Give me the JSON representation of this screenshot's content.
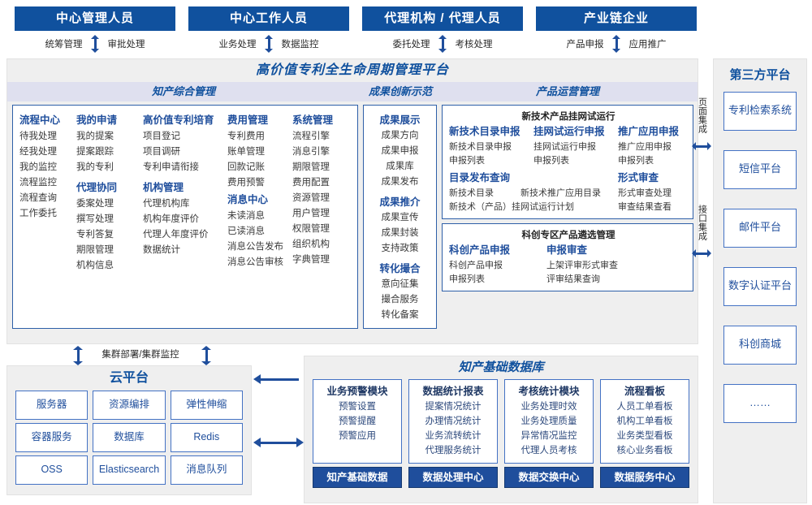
{
  "roles": [
    {
      "title": "中心管理人员",
      "left": "统筹管理",
      "right": "审批处理"
    },
    {
      "title": "中心工作人员",
      "left": "业务处理",
      "right": "数据监控"
    },
    {
      "title": "代理机构 / 代理人员",
      "left": "委托处理",
      "right": "考核处理"
    },
    {
      "title": "产业链企业",
      "left": "产品申报",
      "right": "应用推广"
    }
  ],
  "platform": {
    "title": "高价值专利全生命周期管理平台",
    "section_headers": [
      "知产综合管理",
      "成果创新示范",
      "产品运营管理"
    ],
    "zhichan": {
      "columns": [
        {
          "groups": [
            {
              "header": "流程中心",
              "items": [
                "待我处理",
                "经我处理",
                "我的监控",
                "流程监控",
                "流程查询",
                "工作委托"
              ]
            }
          ]
        },
        {
          "groups": [
            {
              "header": "我的申请",
              "items": [
                "我的提案",
                "提案跟踪",
                "我的专利"
              ]
            },
            {
              "header": "代理协同",
              "items": [
                "委案处理",
                "撰写处理",
                "专利答复",
                "期限管理",
                "机构信息"
              ]
            }
          ]
        },
        {
          "groups": [
            {
              "header": "高价值专利培育",
              "items": [
                "项目登记",
                "项目调研",
                "专利申请衔接"
              ]
            },
            {
              "header": "机构管理",
              "items": [
                "代理机构库",
                "机构年度评价",
                "代理人年度评价",
                "数据统计"
              ]
            }
          ]
        },
        {
          "groups": [
            {
              "header": "费用管理",
              "items": [
                "专利费用",
                "账单管理",
                "回款记账",
                "费用预警"
              ]
            },
            {
              "header": "消息中心",
              "items": [
                "未读消息",
                "已读消息",
                "消息公告发布",
                "消息公告审核"
              ]
            }
          ]
        },
        {
          "groups": [
            {
              "header": "系统管理",
              "items": [
                "流程引擎",
                "消息引擎",
                "期限管理",
                "费用配置",
                "资源管理",
                "用户管理",
                "权限管理",
                "组织机构",
                "字典管理"
              ]
            }
          ]
        }
      ]
    },
    "chengguo": {
      "groups": [
        {
          "header": "成果展示",
          "items": [
            "成果方向",
            "成果申报",
            "成果库",
            "成果发布"
          ]
        },
        {
          "header": "成果推介",
          "items": [
            "成果宣传",
            "成果封装",
            "支持政策"
          ]
        },
        {
          "header": "转化撮合",
          "items": [
            "意向征集",
            "撮合服务",
            "转化备案"
          ]
        }
      ]
    },
    "chanpin": {
      "sub1": {
        "title": "新技术产品挂网试运行",
        "columns": [
          {
            "header": "新技术目录申报",
            "items": [
              "新技术目录申报",
              "申报列表"
            ]
          },
          {
            "header": "挂网试运行申报",
            "items": [
              "挂网试运行申报",
              "申报列表"
            ]
          },
          {
            "header": "推广应用申报",
            "items": [
              "推广应用申报",
              "申报列表"
            ]
          }
        ],
        "row2_left_header": "目录发布查询",
        "row2_right_header": "形式审查",
        "row2_left_items": [
          "新技术目录",
          "新技术推广应用目录",
          "新技术（产品）挂网试运行计划"
        ],
        "row2_right_items": [
          "形式审查处理",
          "审查结果查看"
        ]
      },
      "sub2": {
        "title": "科创专区产品遴选管理",
        "columns": [
          {
            "header": "科创产品申报",
            "items": [
              "科创产品申报",
              "申报列表"
            ]
          },
          {
            "header": "申报审查",
            "items": [
              "上架评审形式审查",
              "评审结果查询"
            ]
          }
        ]
      }
    }
  },
  "integration": {
    "page_integration": "页面集成",
    "api_integration": "接口集成"
  },
  "third_party": {
    "title": "第三方平台",
    "items": [
      "专利检索系统",
      "短信平台",
      "邮件平台",
      "数字认证平台",
      "科创商城",
      "……"
    ]
  },
  "cluster_label": "集群部署/集群监控",
  "cloud": {
    "title": "云平台",
    "rows": [
      [
        "服务器",
        "资源编排",
        "弹性伸缩"
      ],
      [
        "容器服务",
        "数据库",
        "Redis"
      ],
      [
        "OSS",
        "Elasticsearch",
        "消息队列"
      ]
    ]
  },
  "database": {
    "title": "知产基础数据库",
    "columns": [
      {
        "header": "业务预警模块",
        "items": [
          "预警设置",
          "预警提醒",
          "预警应用"
        ],
        "bar": "知产基础数据"
      },
      {
        "header": "数据统计报表",
        "items": [
          "提案情况统计",
          "办理情况统计",
          "业务流转统计",
          "代理服务统计"
        ],
        "bar": "数据处理中心"
      },
      {
        "header": "考核统计模块",
        "items": [
          "业务处理时效",
          "业务处理质量",
          "异常情况监控",
          "代理人员考核"
        ],
        "bar": "数据交换中心"
      },
      {
        "header": "流程看板",
        "items": [
          "人员工单看板",
          "机构工单看板",
          "业务类型看板",
          "核心业务看板"
        ],
        "bar": "数据服务中心"
      }
    ]
  },
  "colors": {
    "header_blue": "#10519E",
    "accent_blue": "#1F4E9C",
    "panel_border": "#2E5FA8",
    "box_border": "#4472C4",
    "section_band": "#DFE0EF",
    "panel_bg": "#EFEFEF"
  }
}
